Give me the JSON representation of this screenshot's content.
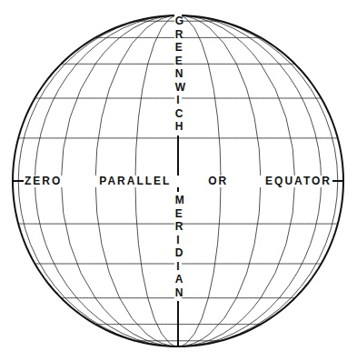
{
  "diagram": {
    "labels": [
      "GREENWICH",
      "ZERO PARALLEL OR EQUATOR",
      "MERIDIAN"
    ]
  }
}
